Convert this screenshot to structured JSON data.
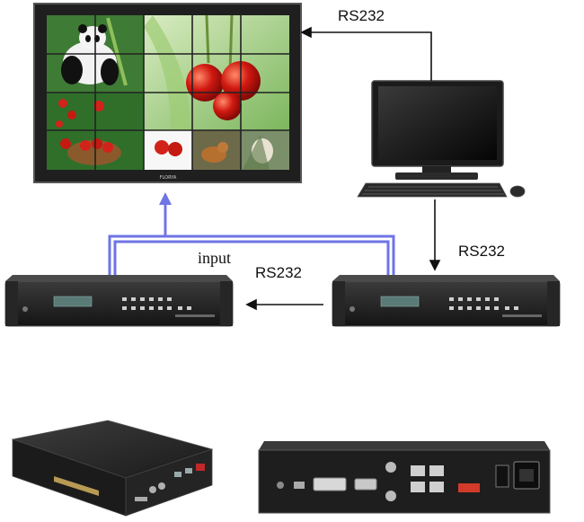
{
  "labels": {
    "rs232_top": "RS232",
    "rs232_right": "RS232",
    "rs232_middle": "RS232",
    "input": "input"
  },
  "display": {
    "brand": "FLORYA"
  },
  "colors": {
    "rs232_arrow": "#111111",
    "input_line": "#6f74e6",
    "device_body": "#1c1c1c",
    "screen_bezel": "#232323",
    "lcd": "#5a7a76"
  },
  "icons": {
    "video_wall": "tiled-display-photo",
    "computer": "desktop-pc-icon",
    "controller": "rack-controller-icon",
    "box": "processor-box-icon"
  }
}
